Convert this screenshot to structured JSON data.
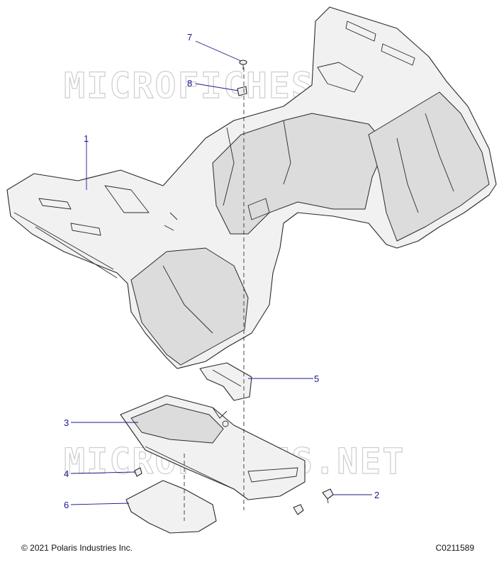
{
  "watermark": "MICROFICHES.NET",
  "callouts": [
    {
      "id": "7",
      "label": "7"
    },
    {
      "id": "8",
      "label": "8"
    },
    {
      "id": "1",
      "label": "1"
    },
    {
      "id": "5",
      "label": "5"
    },
    {
      "id": "3",
      "label": "3"
    },
    {
      "id": "4",
      "label": "4"
    },
    {
      "id": "2",
      "label": "2"
    },
    {
      "id": "6",
      "label": "6"
    }
  ],
  "footer": {
    "copyright": "© 2021 Polaris Industries Inc.",
    "diagram_id": "C0211589"
  },
  "colors": {
    "callout": "#1a1a8c",
    "line": "#2a2a2a"
  }
}
